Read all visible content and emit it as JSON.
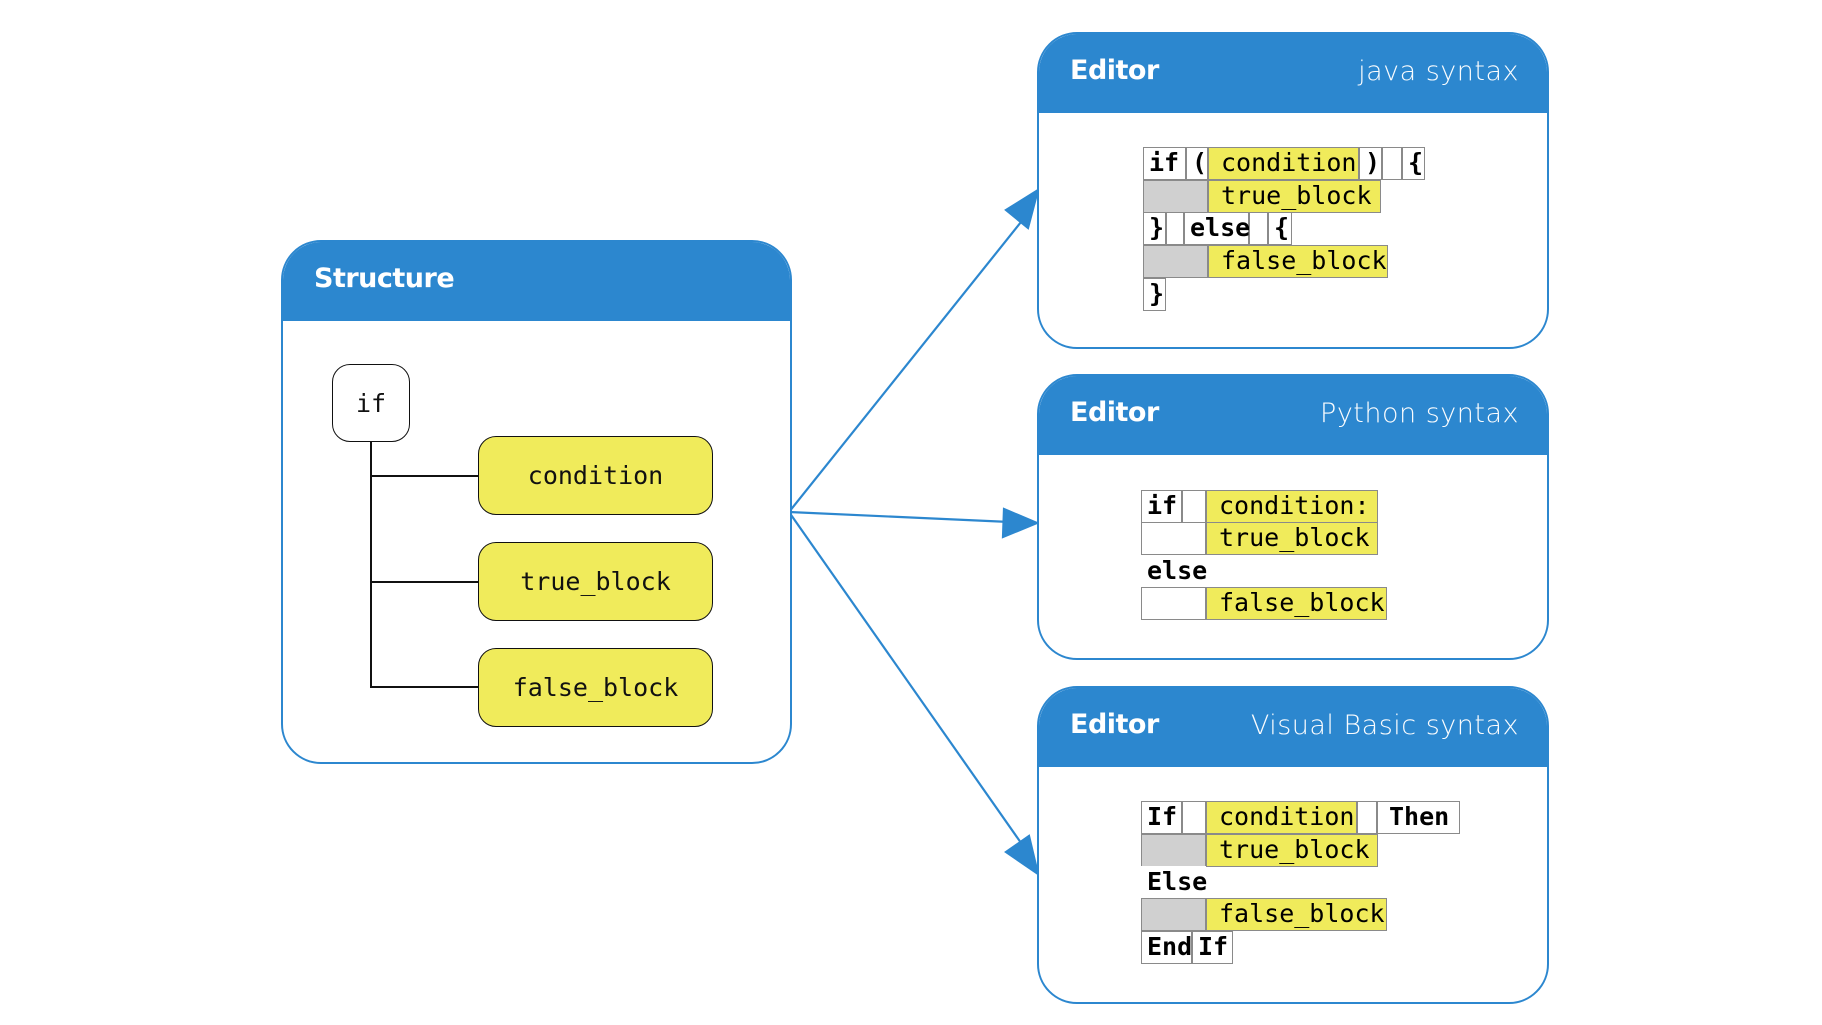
{
  "structure": {
    "title": "Structure",
    "root": "if",
    "children": [
      "condition",
      "true_block",
      "false_block"
    ]
  },
  "editors": [
    {
      "title": "Editor",
      "syntax": "java syntax",
      "rows": [
        [
          [
            "kw",
            "if"
          ],
          [
            "kw",
            "("
          ],
          [
            "yellow",
            "condition"
          ],
          [
            "kw",
            ")"
          ],
          [
            "blank",
            ""
          ],
          [
            "kw",
            "{"
          ]
        ],
        [
          [
            "grey",
            ""
          ],
          [
            "yellow",
            "true_block"
          ]
        ],
        [
          [
            "kw",
            "}"
          ],
          [
            "blank",
            ""
          ],
          [
            "kw",
            "else"
          ],
          [
            "blank",
            ""
          ],
          [
            "kw",
            "{"
          ]
        ],
        [
          [
            "grey",
            ""
          ],
          [
            "yellow",
            "false_block"
          ]
        ],
        [
          [
            "kw",
            "}"
          ]
        ]
      ]
    },
    {
      "title": "Editor",
      "syntax": "Python syntax",
      "rows": [
        [
          [
            "kw",
            "if"
          ],
          [
            "blank",
            ""
          ],
          [
            "yellow",
            "condition:"
          ]
        ],
        [
          [
            "blank",
            ""
          ],
          [
            "yellow",
            "true_block"
          ]
        ],
        [
          [
            "kw",
            "else"
          ]
        ],
        [
          [
            "blank",
            ""
          ],
          [
            "yellow",
            "false_block"
          ]
        ]
      ]
    },
    {
      "title": "Editor",
      "syntax": "Visual Basic syntax",
      "rows": [
        [
          [
            "kw",
            "If"
          ],
          [
            "blank",
            ""
          ],
          [
            "yellow",
            "condition"
          ],
          [
            "blank",
            ""
          ],
          [
            "kw",
            "Then"
          ]
        ],
        [
          [
            "grey",
            ""
          ],
          [
            "yellow",
            "true_block"
          ]
        ],
        [
          [
            "kw",
            "Else"
          ]
        ],
        [
          [
            "grey",
            ""
          ],
          [
            "yellow",
            "false_block"
          ]
        ],
        [
          [
            "kw",
            "End"
          ],
          [
            "kw",
            "If"
          ]
        ]
      ]
    }
  ],
  "colors": {
    "accent": "#2c87cf",
    "highlight": "#f0eb5b",
    "indent": "#d0d0d0"
  }
}
